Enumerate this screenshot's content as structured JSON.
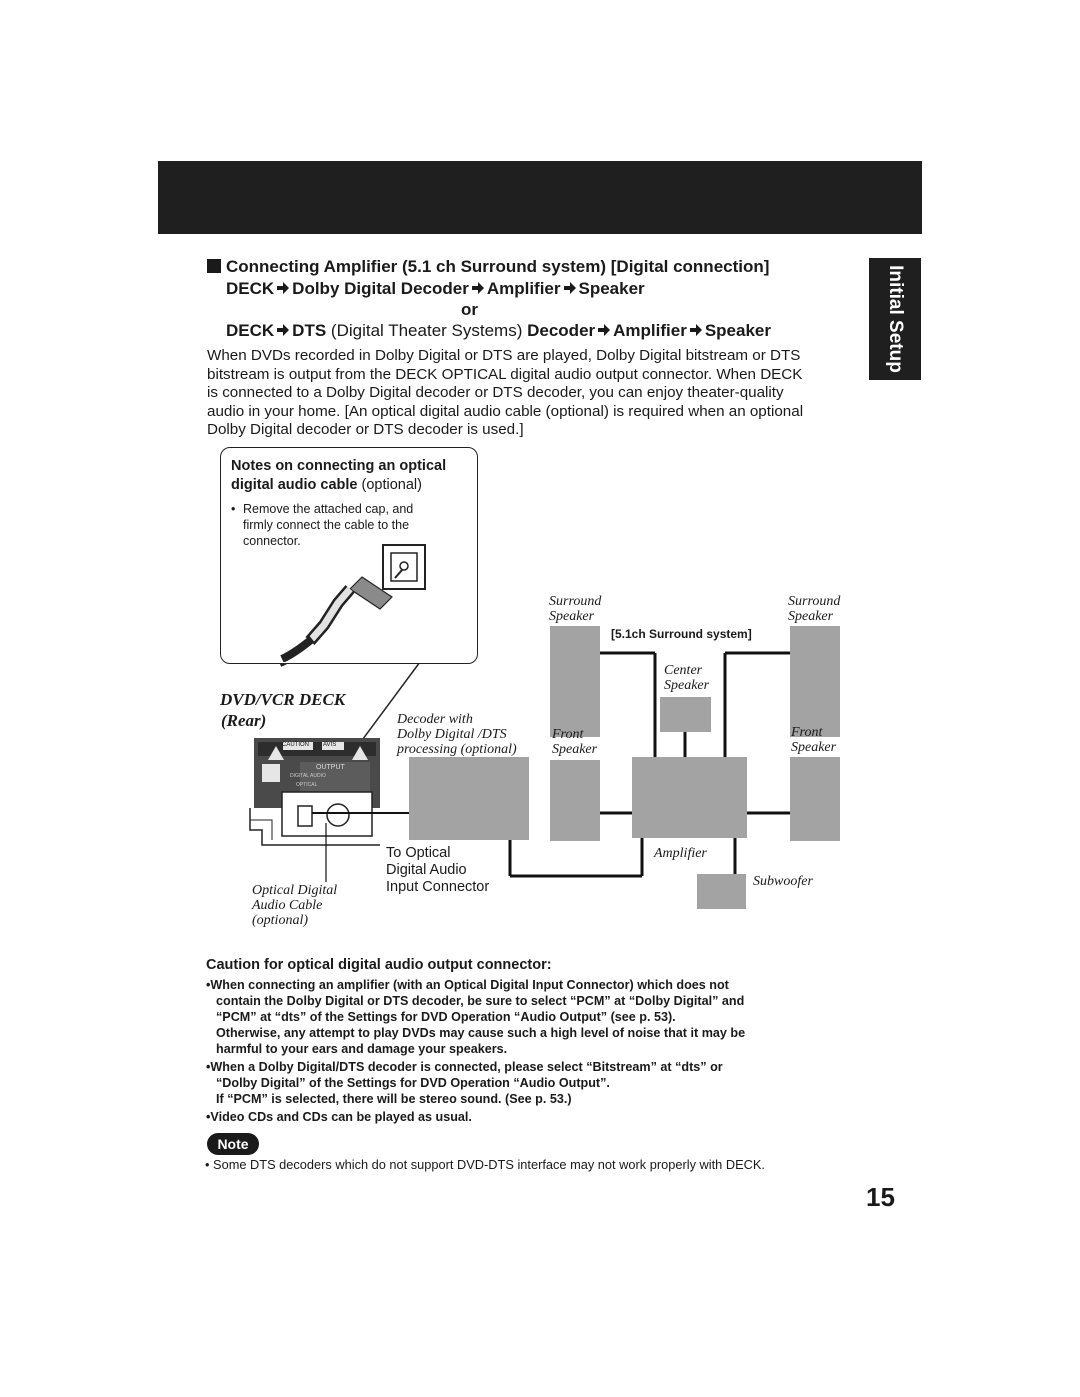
{
  "side_tab": "Initial Setup",
  "heading": {
    "line1": "Connecting Amplifier (5.1 ch Surround system) [Digital connection]",
    "line2": {
      "a": "DECK",
      "b": "Dolby Digital Decoder",
      "c": "Amplifier",
      "d": "Speaker"
    },
    "or": "or",
    "line3": {
      "a": "DECK",
      "b": "DTS",
      "b_normal": "(Digital Theater Systems)",
      "c": "Decoder",
      "d": "Amplifier",
      "e": "Speaker"
    }
  },
  "intro_lines": [
    "When DVDs recorded in Dolby Digital or DTS are played, Dolby Digital bitstream or DTS",
    "bitstream is output from the DECK OPTICAL digital audio output connector. When DECK",
    "is connected to a Dolby Digital decoder or DTS decoder, you can enjoy theater-quality",
    "audio in your home. [An optical digital audio cable (optional) is required when an optional",
    "Dolby Digital decoder or DTS decoder is used.]"
  ],
  "notes": {
    "title_line1": "Notes on connecting an optical",
    "title_line2_bold": "digital audio cable",
    "title_line2_opt": "(optional)",
    "bullet": "•",
    "bullet_lines": [
      "Remove the attached cap, and",
      "firmly connect the cable to the",
      "connector."
    ]
  },
  "diagram": {
    "deck_label": "DVD/VCR DECK",
    "rear_label": "(Rear)",
    "decoder_label": [
      "Decoder with",
      "Dolby Digital /DTS",
      "processing (optional)"
    ],
    "to_optical": [
      "To Optical",
      "Digital  Audio",
      "Input Connector"
    ],
    "cable_label": [
      "Optical Digital",
      "Audio Cable",
      "(optional)"
    ],
    "surround_left": [
      "Surround",
      "Speaker"
    ],
    "surround_right": [
      "Surround",
      "Speaker"
    ],
    "system_label": "[5.1ch Surround system]",
    "center": [
      "Center",
      "Speaker"
    ],
    "front_left": [
      "Front",
      "Speaker"
    ],
    "front_right": [
      "Front",
      "Speaker"
    ],
    "amplifier": "Amplifier",
    "subwoofer": "Subwoofer",
    "panel": {
      "caution": "CAUTION",
      "avis": "AVIS",
      "output": "OUTPUT",
      "digital_audio": "DIGITAL AUDIO",
      "optical": "OPTICAL"
    }
  },
  "caution": {
    "title": "Caution for optical digital audio output connector:",
    "lines": [
      "•When connecting an amplifier (with an Optical Digital Input Connector) which does not",
      "contain the Dolby Digital or DTS decoder, be sure to select “PCM” at “Dolby Digital” and",
      "“PCM” at “dts” of the Settings for DVD Operation “Audio Output” (see p. 53).",
      "Otherwise, any attempt to play DVDs may cause such a high level of noise that it may be",
      "harmful to your ears and damage your speakers.",
      "•When a Dolby Digital/DTS decoder is connected, please select “Bitstream” at “dts” or",
      "“Dolby Digital” of the Settings for DVD Operation “Audio Output”.",
      "If “PCM” is selected, there will be stereo sound. (See p. 53.)",
      "•Video CDs and CDs can be played as usual."
    ]
  },
  "note_badge": "Note",
  "note_text": "• Some DTS decoders which do not support DVD-DTS interface may not work properly with DECK.",
  "page_number": "15",
  "colors": {
    "band": "#1f1f1f",
    "box": "#a3a3a3"
  }
}
